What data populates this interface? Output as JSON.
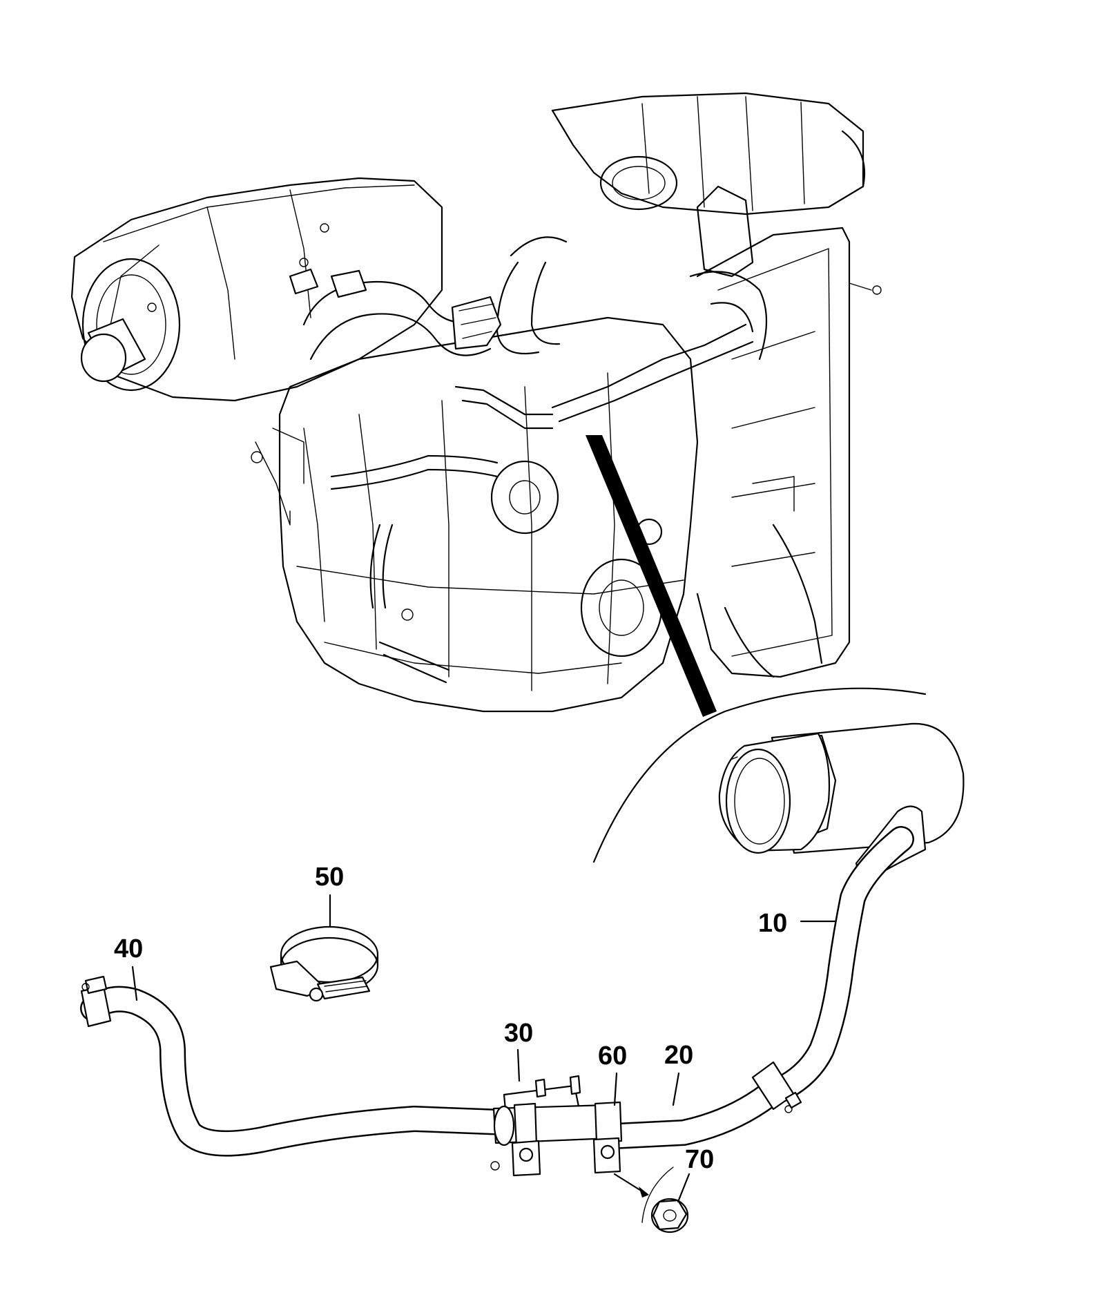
{
  "callouts": {
    "c10": "10",
    "c20": "20",
    "c30": "30",
    "c40": "40",
    "c50": "50",
    "c60": "60",
    "c70": "70"
  },
  "icons": {
    "engine": "engine-assembly-icon",
    "tee": "tee-fitting-icon",
    "clamp": "hose-clamp-icon",
    "nut": "flange-nut-icon"
  }
}
